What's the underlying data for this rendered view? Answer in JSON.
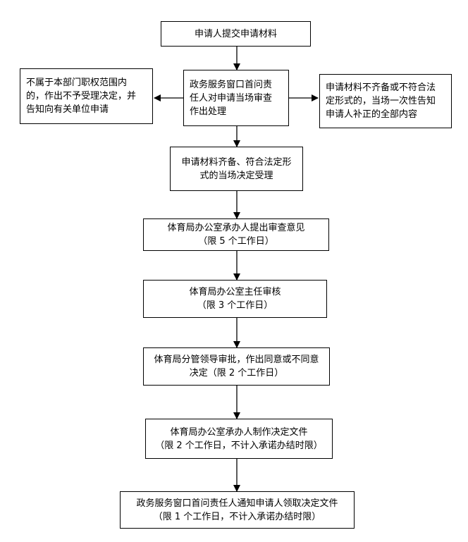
{
  "steps": {
    "submit": {
      "line1": "申请人提交申请材料"
    },
    "review": {
      "line1": "政务服务窗口首问责",
      "line2": "任人对申请当场审查",
      "line3": "作出处理"
    },
    "reject": {
      "line1": "不属于本部门职权范围内",
      "line2": "的，作出不予受理决定，并",
      "line3": "告知向有关单位申请"
    },
    "incomplete": {
      "line1": "申请材料不齐备或不符合法",
      "line2": "定形式的，当场一次性告知",
      "line3": "申请人补正的全部内容"
    },
    "accept": {
      "line1": "申请材料齐备、符合法定形",
      "line2": "式的当场决定受理"
    },
    "opinion": {
      "line1": "体育局办公室承办人提出审查意见",
      "line2": "（限 5 个工作日）"
    },
    "director": {
      "line1": "体育局办公室主任审核",
      "line2": "（限 3 个工作日）"
    },
    "leader": {
      "line1": "体育局分管领导审批，作出同意或不同意",
      "line2": "决定（限 2 个工作日）"
    },
    "document": {
      "line1": "体育局办公室承办人制作决定文件",
      "line2": "（限 2 个工作日，不计入承诺办结时限）"
    },
    "notify": {
      "line1": "政务服务窗口首问责任人通知申请人领取决定文件",
      "line2": "（限 1 个工作日，不计入承诺办结时限）"
    }
  }
}
